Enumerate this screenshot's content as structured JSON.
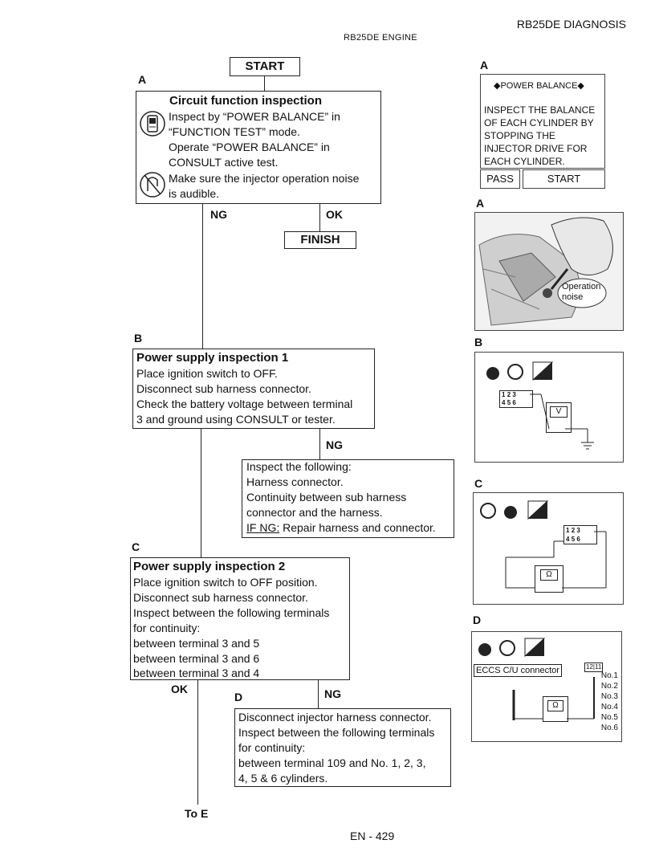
{
  "header": {
    "right_title": "RB25DE DIAGNOSIS",
    "center_title": "RB25DE ENGINE"
  },
  "flow": {
    "start": "START",
    "finish": "FINISH",
    "to_e": "To E",
    "ng": "NG",
    "ok": "OK",
    "section_a": {
      "letter": "A",
      "title": "Circuit function inspection",
      "lines": [
        "Inspect by “POWER BALANCE” in",
        "“FUNCTION TEST” mode.",
        "Operate “POWER BALANCE” in",
        "CONSULT active test.",
        "Make sure the injector operation noise",
        "is audible."
      ]
    },
    "section_b": {
      "letter": "B",
      "title": "Power supply inspection 1",
      "lines": [
        "Place ignition switch to OFF.",
        "Disconnect sub harness connector.",
        "Check the battery voltage between terminal",
        "3 and ground using CONSULT or tester."
      ]
    },
    "ng_box_b": {
      "lines": [
        "Inspect the following:",
        "Harness connector.",
        "Continuity between sub harness",
        "connector and the harness."
      ],
      "if_ng_label": "IF NG:",
      "if_ng_text": " Repair harness and connector."
    },
    "section_c": {
      "letter": "C",
      "title": "Power supply inspection 2",
      "lines": [
        "Place ignition switch to OFF position.",
        "Disconnect sub harness connector.",
        "Inspect between the following terminals",
        "for continuity:",
        "between terminal 3 and 5",
        "between terminal 3 and 6",
        "between terminal 3 and 4"
      ]
    },
    "section_d": {
      "letter": "D",
      "lines": [
        "Disconnect injector harness connector.",
        "Inspect between the following terminals",
        "for continuity:",
        "between terminal 109 and No. 1, 2, 3,",
        "4, 5 & 6 cylinders."
      ]
    }
  },
  "panels": {
    "a_consult": {
      "letter": "A",
      "title": "◆POWER BALANCE◆",
      "lines": [
        "INSPECT THE BALANCE",
        "OF EACH CYLINDER BY",
        "STOPPING THE",
        "INJECTOR DRIVE FOR",
        "EACH CYLINDER."
      ],
      "pass_btn": "PASS",
      "start_btn": "START"
    },
    "a_photo": {
      "letter": "A",
      "bubble_line1": "Operation",
      "bubble_line2": "noise"
    },
    "b_diagram": {
      "letter": "B",
      "pins_top": [
        "1",
        "2",
        "3"
      ],
      "pins_bottom": [
        "4",
        "5",
        "6"
      ],
      "meter": "V"
    },
    "c_diagram": {
      "letter": "C",
      "pins_top": [
        "1",
        "2",
        "3"
      ],
      "pins_bottom": [
        "4",
        "5",
        "6"
      ],
      "meter": "Ω"
    },
    "d_diagram": {
      "letter": "D",
      "connector_label": "ECCS C/U connector",
      "connector_pins": "12|11",
      "meter": "Ω",
      "cylinders": [
        "No.1",
        "No.2",
        "No.3",
        "No.4",
        "No.5",
        "No.6"
      ]
    }
  },
  "footer": {
    "page": "EN - 429"
  }
}
